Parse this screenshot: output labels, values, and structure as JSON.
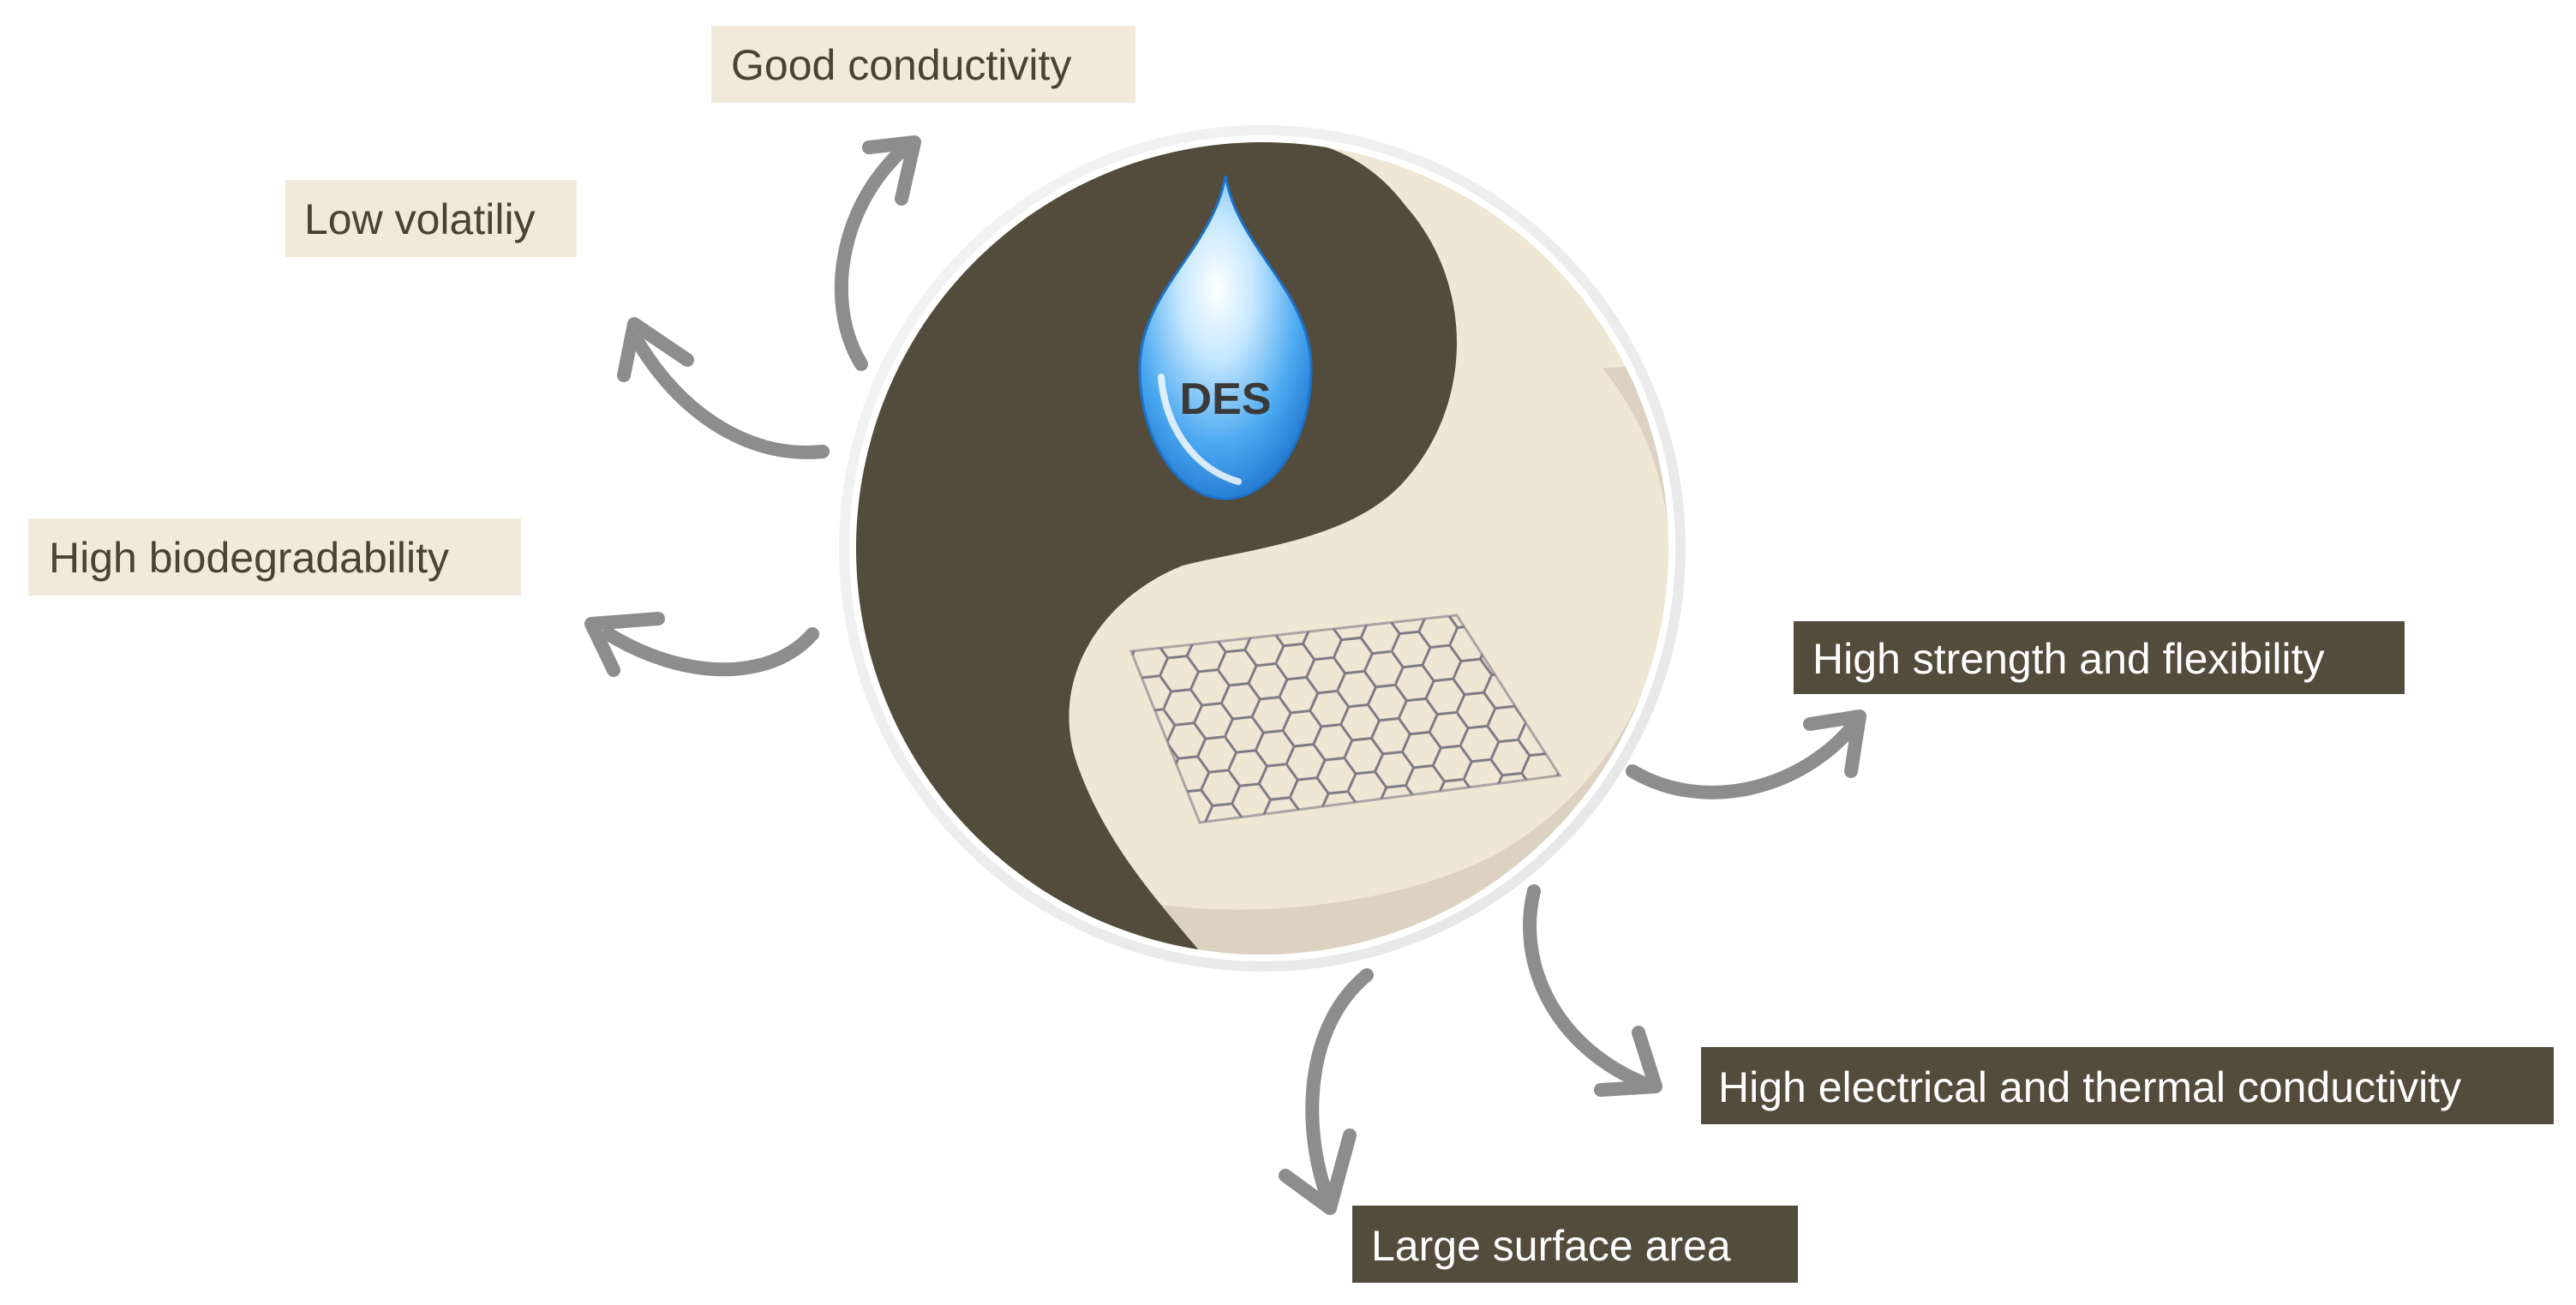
{
  "center": {
    "droplet_label": "DES",
    "colors": {
      "dark_half": "#534b3b",
      "light_half": "#f0e6d4",
      "shadow": "#ddd2c2",
      "droplet": "#2f8fe0",
      "graphene": "#7d7a86"
    }
  },
  "properties_des": [
    {
      "id": "good-conductivity",
      "label": "Good conductivity"
    },
    {
      "id": "low-volatility",
      "label": "Low volatiliy"
    },
    {
      "id": "high-biodegradability",
      "label": "High biodegradability"
    }
  ],
  "properties_graphene": [
    {
      "id": "high-strength-flexibility",
      "label": "High strength and flexibility"
    },
    {
      "id": "high-electrical-thermal-conductivity",
      "label": "High electrical and thermal conductivity"
    },
    {
      "id": "large-surface-area",
      "label": "Large surface area"
    }
  ],
  "style": {
    "light_box_fill": "#f2e9da",
    "light_box_text": "#4a4232",
    "dark_box_fill": "#534b3b",
    "dark_box_text": "#ffffff",
    "arrow_color": "#8d8d8d"
  }
}
